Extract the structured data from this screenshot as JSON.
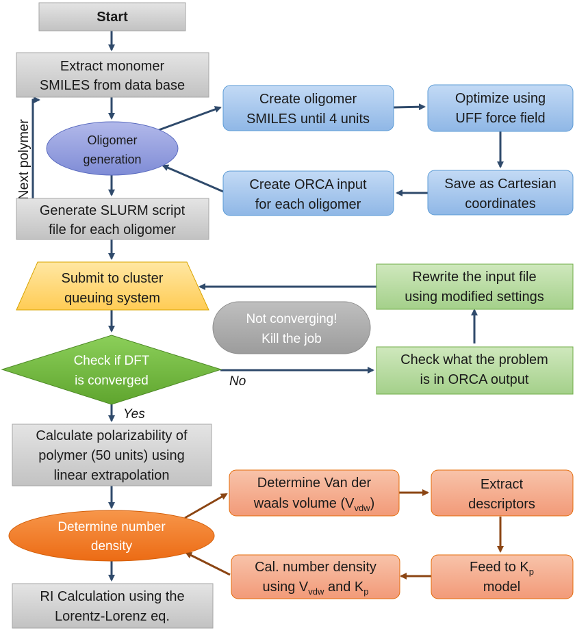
{
  "colors": {
    "gray_fill": "#d3d3d3",
    "blue_fill": "#a9c8ee",
    "blue_stroke": "#5b9bd5",
    "green_fill": "#b7daa0",
    "green_stroke": "#70ad47",
    "orange_fill": "#f3a98a",
    "orange_stroke": "#e46c0a",
    "dark_arrow": "#2f4a6b",
    "brown_arrow": "#8b4513"
  },
  "nodes": {
    "start": "Start",
    "extract_monomer": [
      "Extract monomer",
      "SMILES from data base"
    ],
    "oligomer_generation": [
      "Oligomer",
      "generation"
    ],
    "create_oligomer": [
      "Create oligomer",
      "SMILES until 4 units"
    ],
    "optimize_uff": [
      "Optimize using",
      "UFF force field"
    ],
    "save_cartesian": [
      "Save as Cartesian",
      "coordinates"
    ],
    "create_orca_input": [
      "Create ORCA input",
      "for each oligomer"
    ],
    "generate_slurm": [
      "Generate SLURM script",
      "file for each oligomer"
    ],
    "submit_cluster": [
      "Submit to cluster",
      "queuing system"
    ],
    "rewrite_input": [
      "Rewrite the input file",
      "using modified settings"
    ],
    "not_converging": [
      "Not converging!",
      "Kill the job"
    ],
    "check_dft": [
      "Check if DFT",
      "is converged"
    ],
    "check_problem": [
      "Check what the problem",
      "is in ORCA output"
    ],
    "calculate_polarizability": [
      "Calculate polarizability of",
      "polymer (50 units) using",
      "linear extrapolation"
    ],
    "determine_number_density": [
      "Determine number",
      "density"
    ],
    "determine_vdw": [
      "Determine Van der",
      "waals volume (V",
      "vdw",
      ")"
    ],
    "extract_descriptors": [
      "Extract",
      "descriptors"
    ],
    "cal_number_density": [
      "Cal. number density",
      "using V",
      "vdw",
      " and K",
      "p"
    ],
    "feed_kp": [
      "Feed to K",
      "p",
      "model"
    ],
    "ri_calculation": [
      "RI Calculation using the",
      "Lorentz-Lorenz eq."
    ]
  },
  "labels": {
    "next_polymer": "Next polymer",
    "no": "No",
    "yes": "Yes"
  }
}
